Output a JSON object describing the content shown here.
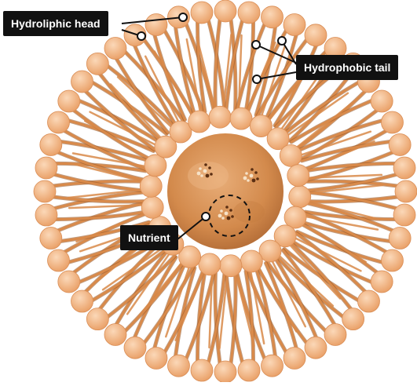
{
  "labels": {
    "head": "Hydroliphic head",
    "tail": "Hydrophobic tail",
    "nutrient": "Nutrient"
  },
  "colors": {
    "head_fill": "#f3b98a",
    "head_stroke": "#d98d55",
    "tail": "#d98a4a",
    "tail_shadow": "#9a5a2a",
    "core": "#d9955a",
    "core_dark": "#b86f35",
    "label_bg": "#111111",
    "label_text": "#ffffff"
  }
}
